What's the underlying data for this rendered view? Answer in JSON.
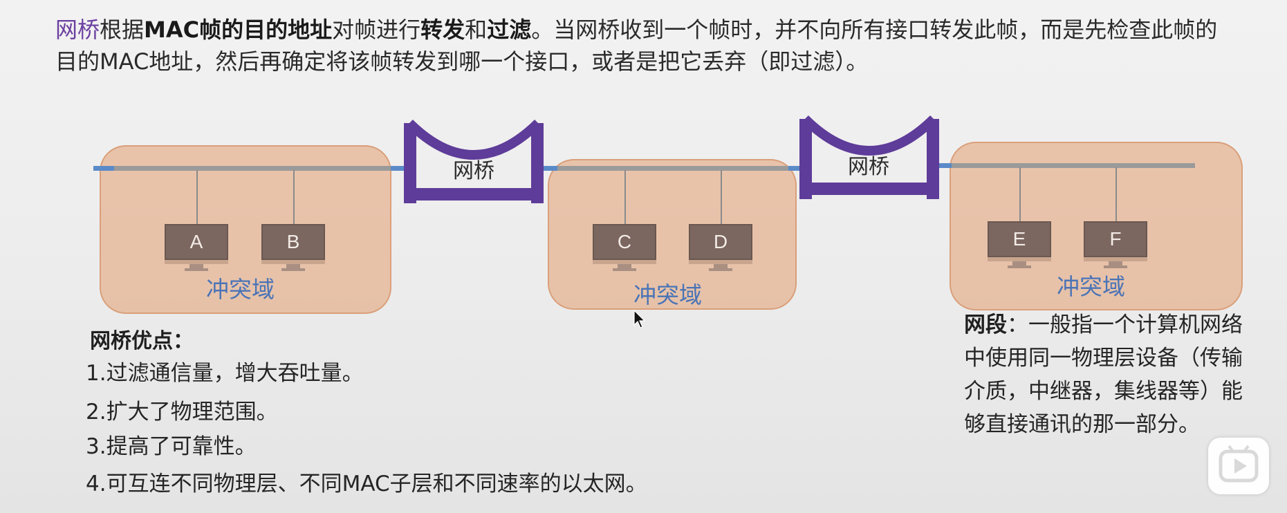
{
  "intro": {
    "bridge_word": "网桥",
    "t1": "根据",
    "b1": "MAC帧的目的地址",
    "t2": "对帧进行",
    "b2": "转发",
    "t3": "和",
    "b3": "过滤",
    "t4": "。当网桥收到一个帧时，并不向所有接口转发此帧，而是先检查此帧的目的MAC地址，然后再确定将该帧转发到哪一个接口，或者是把它丢弃（即过滤）。"
  },
  "bridges": [
    {
      "label": "网桥"
    },
    {
      "label": "网桥"
    }
  ],
  "domains": [
    {
      "label": "冲突域",
      "pcs": [
        "A",
        "B"
      ]
    },
    {
      "label": "冲突域",
      "pcs": [
        "C",
        "D"
      ]
    },
    {
      "label": "冲突域",
      "pcs": [
        "E",
        "F"
      ]
    }
  ],
  "advantages": {
    "title": "网桥优点：",
    "items": [
      "1.过滤通信量，增大吞吐量。",
      "2.扩大了物理范围。",
      "3.提高了可靠性。",
      "4.可互连不同物理层、不同MAC子层和不同速率的以太网。"
    ]
  },
  "segment": {
    "term": "网段",
    "colon": "：",
    "definition": "一般指一个计算机网络中使用同一物理层设备（传输介质，中继器，集线器等）能够直接通讯的那一部分。"
  },
  "colors": {
    "bridge": "#5e3c99",
    "domain_fill": "#e3a880",
    "domain_label": "#4b74b6",
    "pc_screen": "#7b6660",
    "bus": "#9a9a9a",
    "bus_link": "#5a8ac8"
  },
  "icons": {
    "play": "play-icon",
    "cursor": "mouse-cursor-icon"
  }
}
